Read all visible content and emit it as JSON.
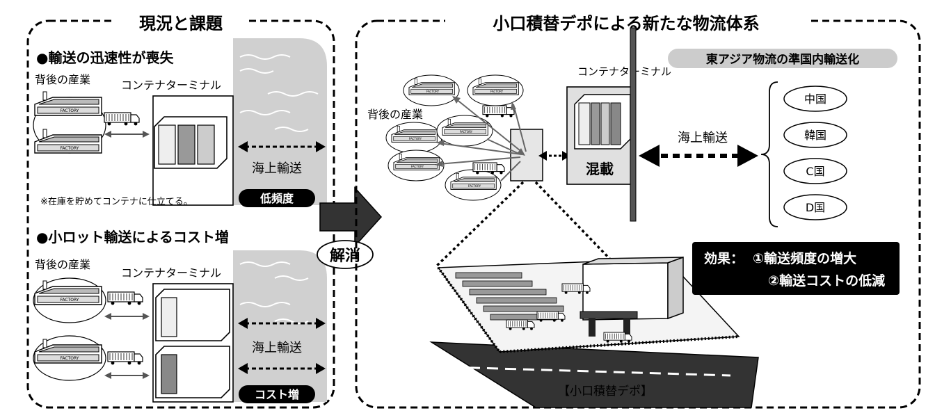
{
  "left_panel": {
    "title": "現況と課題",
    "section1": {
      "heading": "●輸送の迅速性が喪失",
      "industry_label": "背後の産業",
      "terminal_label": "コンテナターミナル",
      "sea_label": "海上輸送",
      "note": "※在庫を貯めてコンテナに仕立てる。",
      "badge": "低頻度"
    },
    "section2": {
      "heading": "●小ロット輸送によるコスト増",
      "industry_label": "背後の産業",
      "terminal_label": "コンテナターミナル",
      "sea_label": "海上輸送",
      "badge": "コスト増"
    }
  },
  "resolve_label": "解消",
  "right_panel": {
    "title": "小口積替デポによる新たな物流体系",
    "industry_label": "背後の産業",
    "terminal_label": "コンテナターミナル",
    "mixed_label": "混載",
    "sea_label": "海上輸送",
    "east_asia_label": "東アジア物流の準国内輸送化",
    "countries": [
      "中国",
      "韓国",
      "C国",
      "D国"
    ],
    "effect": {
      "label": "効果：",
      "line1": "①輸送頻度の増大",
      "line2": "②輸送コストの低減"
    },
    "depot_caption": "【小口積替デポ】"
  },
  "factory_text": "FACTORY"
}
